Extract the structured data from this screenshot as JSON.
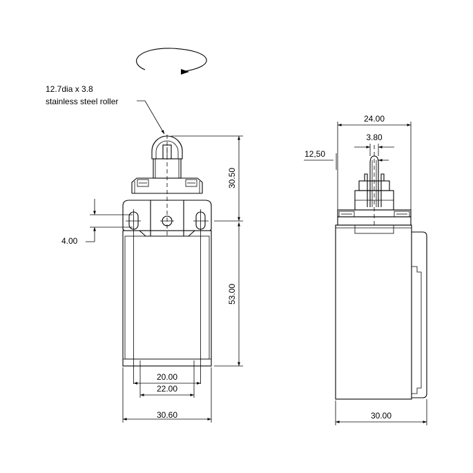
{
  "callout": {
    "line1": "12.7dia x 3.8",
    "line2": "stainless steel roller"
  },
  "front_view": {
    "dim_roller_height": "30.50",
    "dim_body_height": "53.00",
    "dim_slot": "4.00",
    "dim_inner_width": "20.00",
    "dim_hole_spacing": "22.00",
    "dim_total_width": "30.60"
  },
  "side_view": {
    "dim_head_width": "24.00",
    "dim_roller_width": "3.80",
    "dim_offset": "12,50",
    "dim_total_depth": "30.00"
  }
}
